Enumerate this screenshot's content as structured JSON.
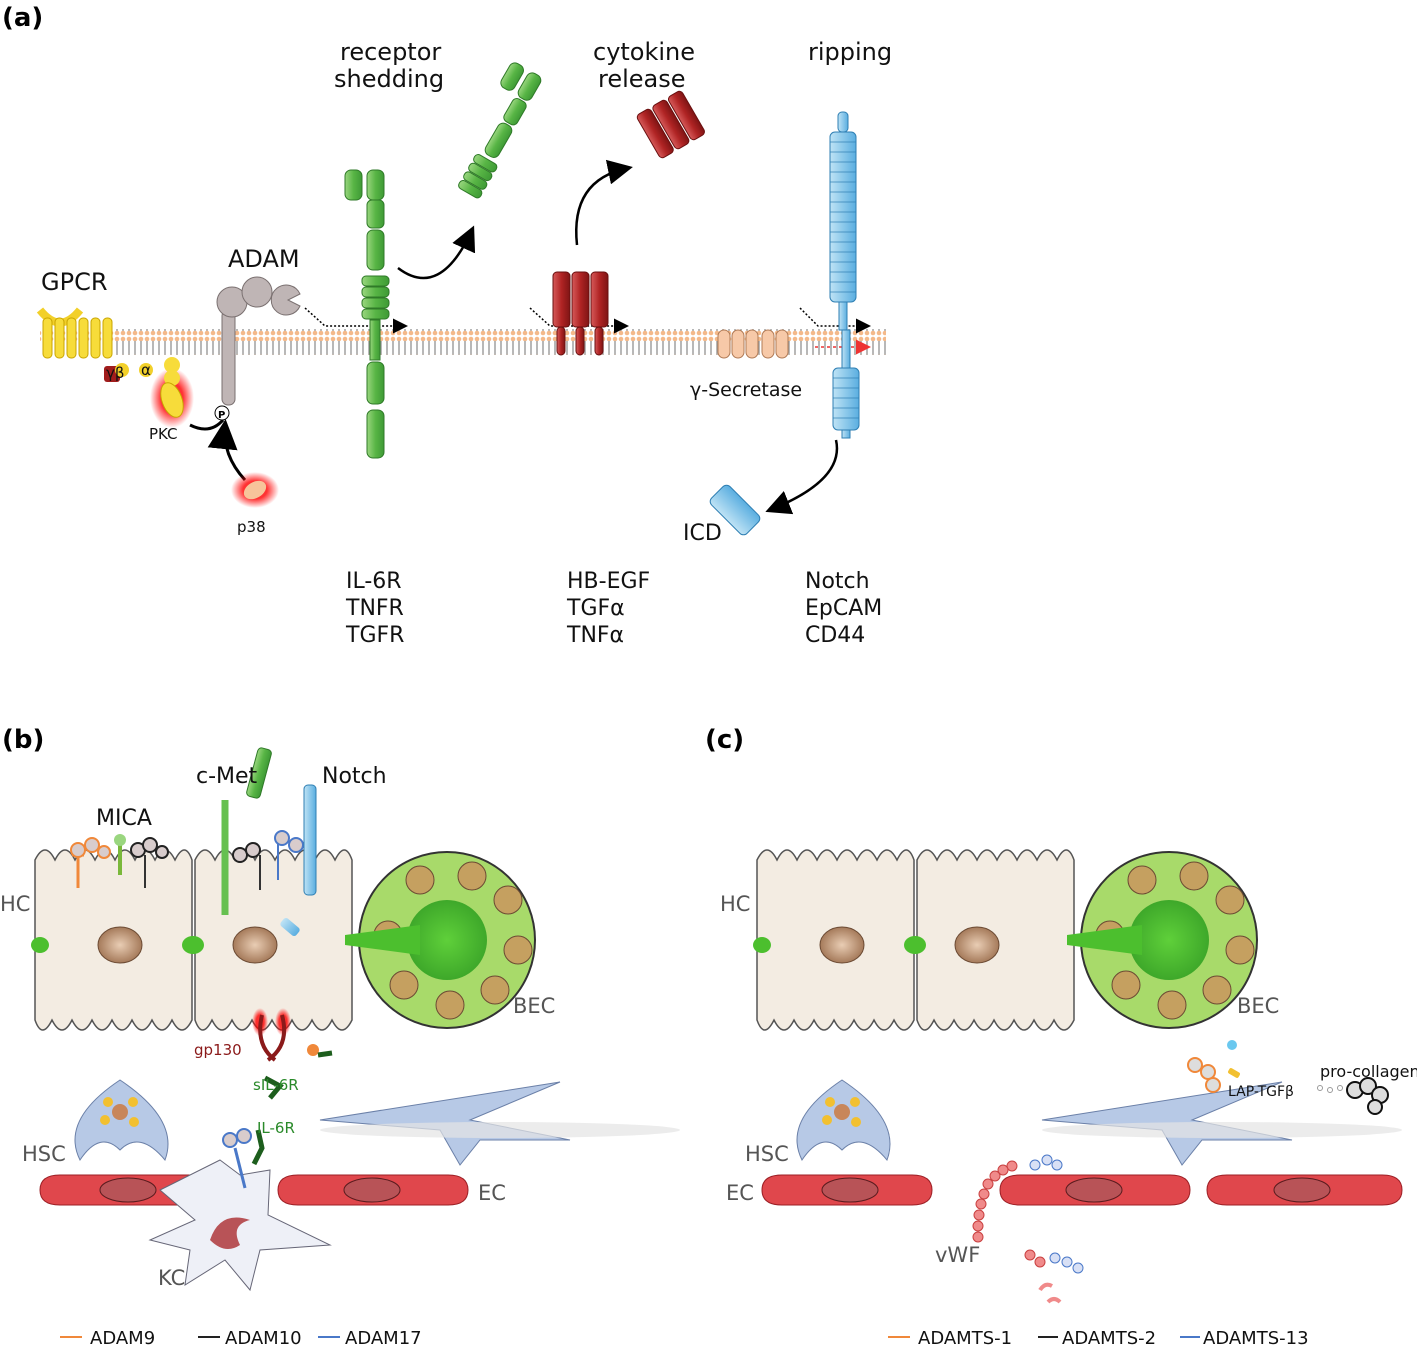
{
  "panel_a": {
    "label": "(a)",
    "gpcr": "GPCR",
    "adam": "ADAM",
    "gamma_beta": "γβ",
    "alpha": "α",
    "pkc": "PKC",
    "p38": "p38",
    "phospho": "P",
    "receptor_shedding": [
      "receptor",
      "shedding"
    ],
    "cytokine_release": [
      "cytokine",
      "release"
    ],
    "ripping": "ripping",
    "gamma_secretase": "γ-Secretase",
    "icd": "ICD",
    "shedding_examples": [
      "IL-6R",
      "TNFR",
      "TGFR"
    ],
    "cytokine_examples": [
      "HB-EGF",
      "TGFα",
      "TNFα"
    ],
    "ripping_examples": [
      "Notch",
      "EpCAM",
      "CD44"
    ]
  },
  "panel_b": {
    "label": "(b)",
    "c_met": "c-Met",
    "notch": "Notch",
    "mica": "MICA",
    "hc": "HC",
    "bec": "BEC",
    "gp130": "gp130",
    "sil6r": "sIL-6R",
    "il6r": "IL-6R",
    "hsc": "HSC",
    "ec": "EC",
    "kc": "KC",
    "legend": [
      {
        "label": "ADAM9",
        "color": "#f0883a"
      },
      {
        "label": "ADAM10",
        "color": "#222222"
      },
      {
        "label": "ADAM17",
        "color": "#4a78c8"
      }
    ]
  },
  "panel_c": {
    "label": "(c)",
    "hc": "HC",
    "bec": "BEC",
    "lap_tgfb": "LAP-TGFβ",
    "pro_collagen": "pro-collagen",
    "hsc": "HSC",
    "ec": "EC",
    "vwf": "vWF",
    "legend": [
      {
        "label": "ADAMTS-1",
        "color": "#f0883a"
      },
      {
        "label": "ADAMTS-2",
        "color": "#222222"
      },
      {
        "label": "ADAMTS-13",
        "color": "#4a78c8"
      }
    ]
  },
  "colors": {
    "receptor": "#5cb84a",
    "cytokine": "#b52a2a",
    "notch": "#6ab8e0",
    "gpcr": "#f2d02a",
    "adam": "#bfb5b5",
    "cell": "#f3ece2",
    "bec": "#7fc63a",
    "hsc": "#b7c9e6",
    "ec": "#e0474c"
  }
}
